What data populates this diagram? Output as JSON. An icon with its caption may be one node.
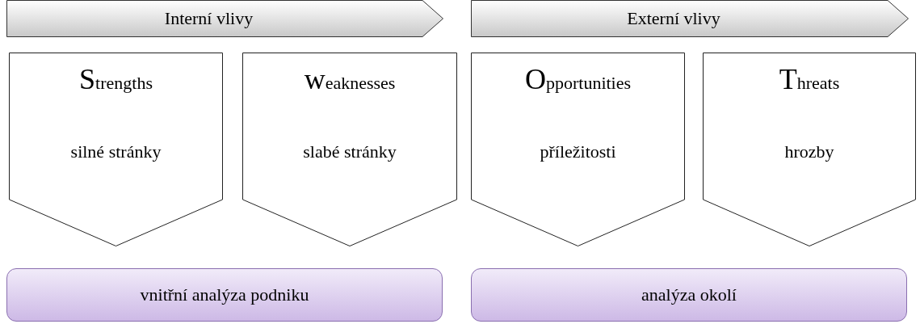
{
  "diagram": {
    "nodes": [
      {
        "text": [
          "Interní vlivy"
        ]
      },
      {
        "text": [
          "Externí vlivy"
        ]
      },
      {
        "text": [
          "Strengths",
          "silné stránky"
        ]
      },
      {
        "text": [
          "weaknesses",
          "slabé stránky"
        ]
      },
      {
        "text": [
          "Opportunities",
          "příležitosti"
        ]
      },
      {
        "text": [
          "Threats",
          "hrozby"
        ]
      },
      {
        "text": [
          "vnitřní analýza podniku"
        ]
      },
      {
        "text": [
          "analýza okolí"
        ]
      }
    ]
  }
}
